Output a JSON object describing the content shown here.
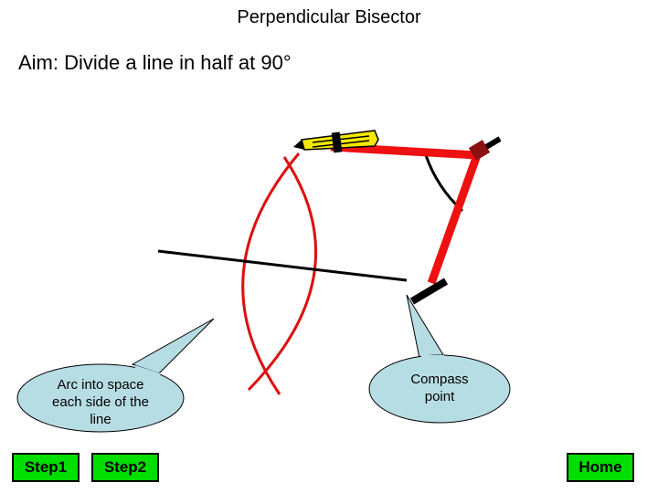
{
  "header": {
    "title": "Perpendicular Bisector",
    "aim": "Aim: Divide a line in half at 90°"
  },
  "callouts": {
    "arc": "Arc into space each side of the line",
    "compass": "Compass point"
  },
  "nav": {
    "step1": "Step1",
    "step2": "Step2",
    "home": "Home"
  },
  "colors": {
    "button": "#00dd00",
    "callout_fill": "#b7dde4",
    "compass_arm": "#ee1111",
    "arc": "#dd1111",
    "pencil": "#f5e800"
  },
  "icons": {
    "compass": "compass-icon",
    "pencil": "pencil-icon"
  }
}
